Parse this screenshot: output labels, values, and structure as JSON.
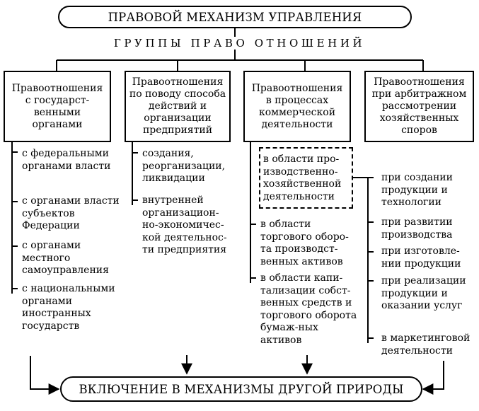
{
  "diagram": {
    "title": "ПРАВОВОЙ МЕХАНИЗМ УПРАВЛЕНИЯ",
    "groups_label": "ГРУППЫ ПРАВО ОТНОШЕНИЙ",
    "bottom": "ВКЛЮЧЕНИЕ В МЕХАНИЗМЫ ДРУГОЙ ПРИРОДЫ",
    "boxes": [
      "Правоотношения с государст-венными органами",
      "Правоотношения по поводу способа действий и организации предприятий",
      "Правоотношения в процессах коммерческой деятельности",
      "Правоотношения при арбитражном рассмотрении хозяйственных споров"
    ],
    "col1_items": [
      "с федеральными органами власти",
      "с органами власти субъектов Федерации",
      "с органами местного самоуправления",
      "с национальными органами иностранных государств"
    ],
    "col2_items": [
      "создания, реорганизации, ликвидации",
      "внутренней организацион-но-экономичес-кой деятельнос-ти предприятия"
    ],
    "col3_items": [
      "в области про-изводственно-хозяйственной деятельности",
      "в области торгового оборо-та производст-венных активов",
      "в области капи-тализации собст-венных средств и торгового оборота бумаж-ных активов"
    ],
    "col4_items": [
      "при создании продукции и технологии",
      "при развитии производства",
      "при изготовле-нии продукции",
      "при реализации продукции и оказании услуг",
      "в маркетинговой деятельности"
    ]
  }
}
